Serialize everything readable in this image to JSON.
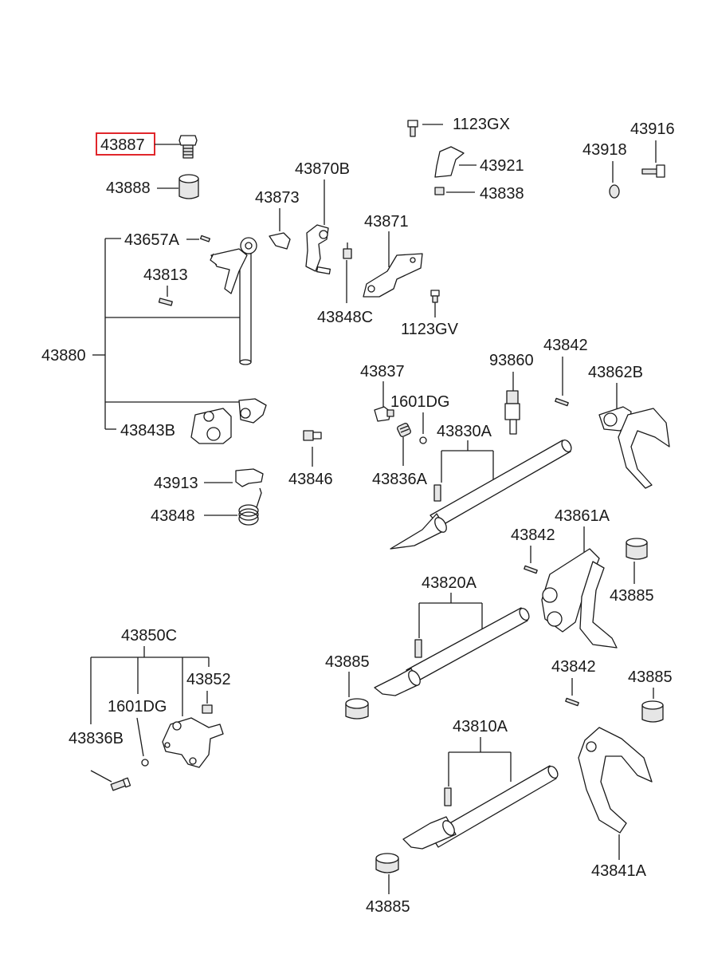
{
  "highlight_color": "#e0262b",
  "labels": {
    "p43887": "43887",
    "p43888": "43888",
    "p43657A": "43657A",
    "p43813": "43813",
    "p43880": "43880",
    "p43843B": "43843B",
    "p43913": "43913",
    "p43848": "43848",
    "p43870B": "43870B",
    "p43873": "43873",
    "p43848C": "43848C",
    "p43871": "43871",
    "p1123GV": "1123GV",
    "p1123GX": "1123GX",
    "p43921": "43921",
    "p43838": "43838",
    "p43918": "43918",
    "p43916": "43916",
    "p43846": "43846",
    "p43837": "43837",
    "p1601DG_a": "1601DG",
    "p43836A": "43836A",
    "p43830A": "43830A",
    "p93860": "93860",
    "p43842_a": "43842",
    "p43862B": "43862B",
    "p43842_b": "43842",
    "p43861A": "43861A",
    "p43885_a": "43885",
    "p43820A": "43820A",
    "p43885_b": "43885",
    "p43842_c": "43842",
    "p43885_c": "43885",
    "p43850C": "43850C",
    "p43852": "43852",
    "p1601DG_b": "1601DG",
    "p43836B": "43836B",
    "p43810A": "43810A",
    "p43841A": "43841A",
    "p43885_d": "43885"
  }
}
